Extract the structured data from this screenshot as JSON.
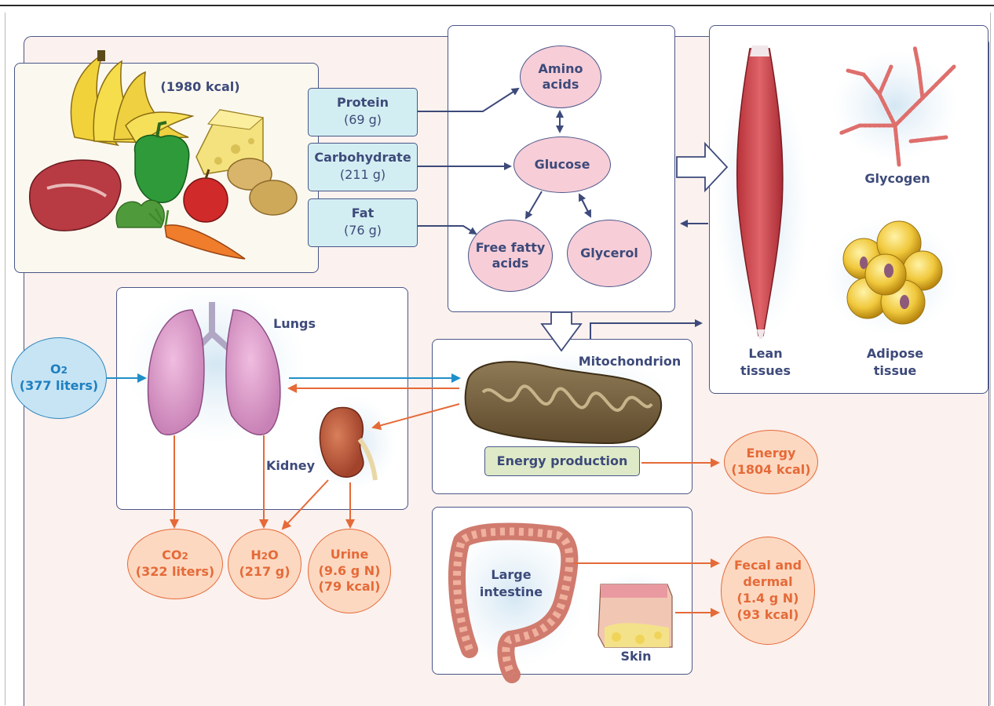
{
  "food": {
    "total": "(1980 kcal)"
  },
  "nutrients": [
    {
      "name": "Protein",
      "amount": "(69 g)"
    },
    {
      "name": "Carbohydrate",
      "amount": "(211 g)"
    },
    {
      "name": "Fat",
      "amount": "(76 g)"
    }
  ],
  "metabolites": {
    "amino_l1": "Amino",
    "amino_l2": "acids",
    "glucose": "Glucose",
    "ffa_l1": "Free fatty",
    "ffa_l2": "acids",
    "glycerol": "Glycerol"
  },
  "tissues": {
    "glycogen": "Glycogen",
    "lean_l1": "Lean",
    "lean_l2": "tissues",
    "adipose_l1": "Adipose",
    "adipose_l2": "tissue"
  },
  "organs": {
    "lungs": "Lungs",
    "kidney": "Kidney",
    "mitochondrion": "Mitochondrion",
    "energy_production": "Energy production",
    "intestine_l1": "Large",
    "intestine_l2": "intestine",
    "skin": "Skin"
  },
  "inputs": {
    "o2_label": "O",
    "o2_sub": "2",
    "o2_amount": "(377 liters)"
  },
  "outputs": {
    "co2_label": "CO",
    "co2_sub": "2",
    "co2_amount": "(322 liters)",
    "h2o_pre": "H",
    "h2o_sub": "2",
    "h2o_post": "O",
    "h2o_amount": "(217 g)",
    "urine_l1": "Urine",
    "urine_l2": "(9.6 g N)",
    "urine_l3": "(79 kcal)",
    "energy_l1": "Energy",
    "energy_l2": "(1804 kcal)",
    "fecal_l1": "Fecal and",
    "fecal_l2": "dermal",
    "fecal_l3": "(1.4 g N)",
    "fecal_l4": "(93 kcal)"
  },
  "colors": {
    "navy": "#3d4a7a",
    "orange": "#e56a38",
    "blue": "#1f7fbf",
    "pink": "#f7cdd7",
    "teal_box": "#d3eef2",
    "green_box": "#deeac7"
  }
}
